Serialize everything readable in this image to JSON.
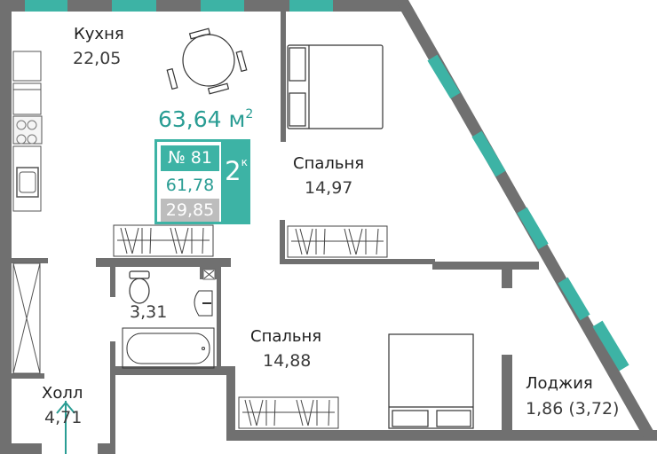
{
  "apartment": {
    "total_area": "63,64",
    "total_area_unit": "м",
    "total_area_unit_power": "2",
    "number": "№ 81",
    "living_area": "61,78",
    "kitchen_area": "29,85",
    "rooms": "2",
    "rooms_suffix": "к"
  },
  "rooms": {
    "kitchen": {
      "name": "Кухня",
      "area": "22,05"
    },
    "bedroom1": {
      "name": "Спальня",
      "area": "14,97"
    },
    "bedroom2": {
      "name": "Спальня",
      "area": "14,88"
    },
    "bathroom": {
      "name": "",
      "area": "3,31"
    },
    "hall": {
      "name": "Холл",
      "area": "4,71"
    },
    "loggia": {
      "name": "Лоджия",
      "area": "1,86 (3,72)"
    }
  },
  "colors": {
    "wall": "#707070",
    "window": "#3db3a5",
    "accent": "#3db3a5",
    "accent_text": "#2a9d94",
    "badge_gray": "#bdbdbd",
    "entrance_arrow": "#2a9d94"
  },
  "icons": {
    "entrance": "arrow-up-icon",
    "ventilation": "cross-box-icon"
  }
}
